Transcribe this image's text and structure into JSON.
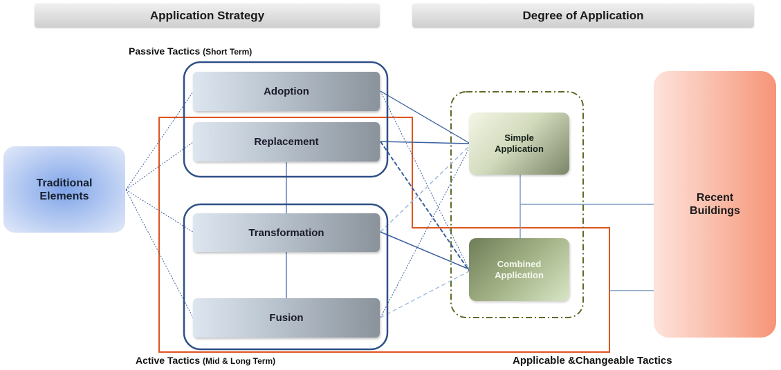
{
  "headers": {
    "strategy": "Application Strategy",
    "degree": "Degree of Application"
  },
  "captions": {
    "passive_main": "Passive Tactics",
    "passive_term": "(Short Term)",
    "active_main": "Active Tactics",
    "active_term": "(Mid & Long Term)",
    "applicable": "Applicable &Changeable Tactics"
  },
  "nodes": {
    "traditional": [
      "Traditional",
      "Elements"
    ],
    "adoption": "Adoption",
    "replacement": "Replacement",
    "transformation": "Transformation",
    "fusion": "Fusion",
    "simple": [
      "Simple",
      "Application"
    ],
    "combined": [
      "Combined",
      "Application"
    ],
    "recent": [
      "Recent",
      "Buildings"
    ]
  },
  "colors": {
    "group_border": "#2e4f86",
    "orange_frame": "#e0531e",
    "connector_blue": "#3a5f9e",
    "connector_light": "#9cb8dc",
    "dash_dot_olive": "#5b6b25",
    "connector_gray": "#7a9cc2"
  }
}
